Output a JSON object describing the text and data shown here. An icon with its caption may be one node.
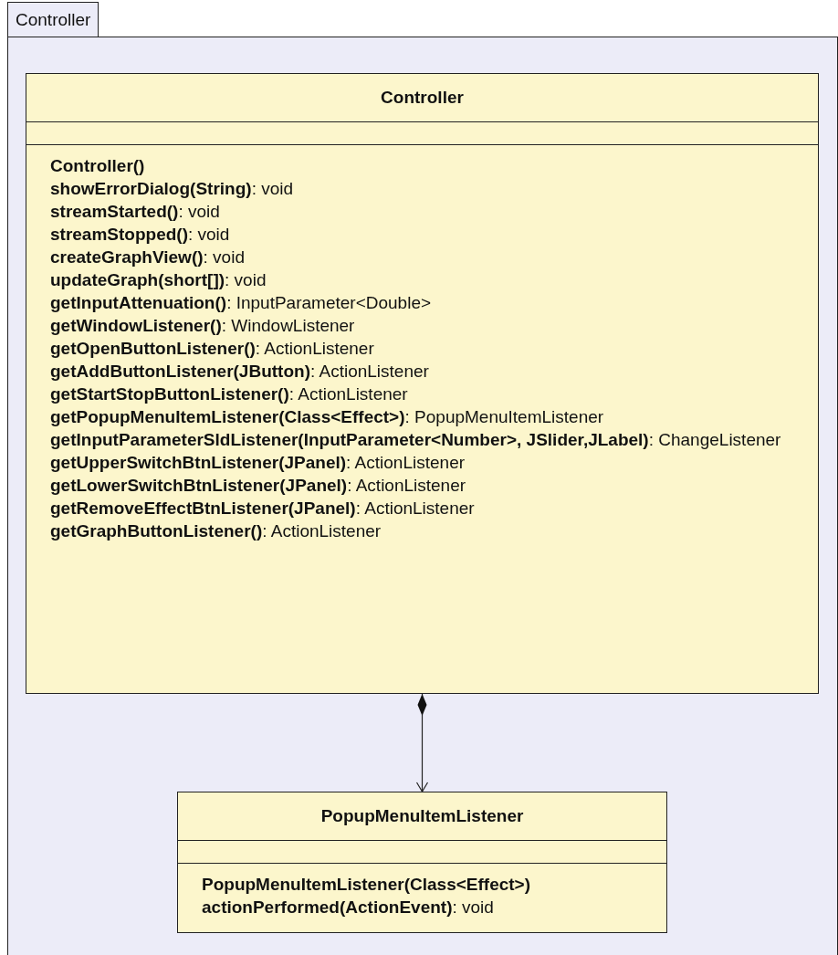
{
  "diagram": {
    "nodes": [
      {
        "text": [
          "Controller"
        ]
      },
      {
        "text": [
          "Controller",
          "Controller()",
          "**showErrorDialog(String)**: void",
          "**streamStarted()**: void",
          "**streamStopped()**: void",
          "**createGraphView()**: void",
          "**updateGraph(short[])**: void",
          "**getInputAttenuation()**: InputParameter<Double>",
          "**getWindowListener()**: WindowListener",
          "**getOpenButtonListener()**: ActionListener",
          "**getAddButtonListener(JButton)**: ActionListener",
          "**getStartStopButtonListener()**: ActionListener",
          "**getPopupMenuItemListener(Class<Effect>)**: PopupMenuItemListener",
          "**getInputParameterSldListener(InputParameter<Number>, JSlider,JLabel)**: ChangeListener",
          "**getUpperSwitchBtnListener(JPanel)**: ActionListener",
          "**getLowerSwitchBtnListener(JPanel)**: ActionListener",
          "**getRemoveEffectBtnListener(JPanel)**: ActionListener",
          "**getGraphButtonListener()**: ActionListener"
        ],
        "in": 0
      },
      {
        "text": [
          "PopupMenuItemListener",
          "PopupMenuItemListener(Class<Effect>)",
          "**actionPerformed(ActionEvent)**: void"
        ],
        "in": 0
      }
    ],
    "edges": [
      {
        "from": 1,
        "to": 2,
        "arrow": "to"
      }
    ]
  }
}
